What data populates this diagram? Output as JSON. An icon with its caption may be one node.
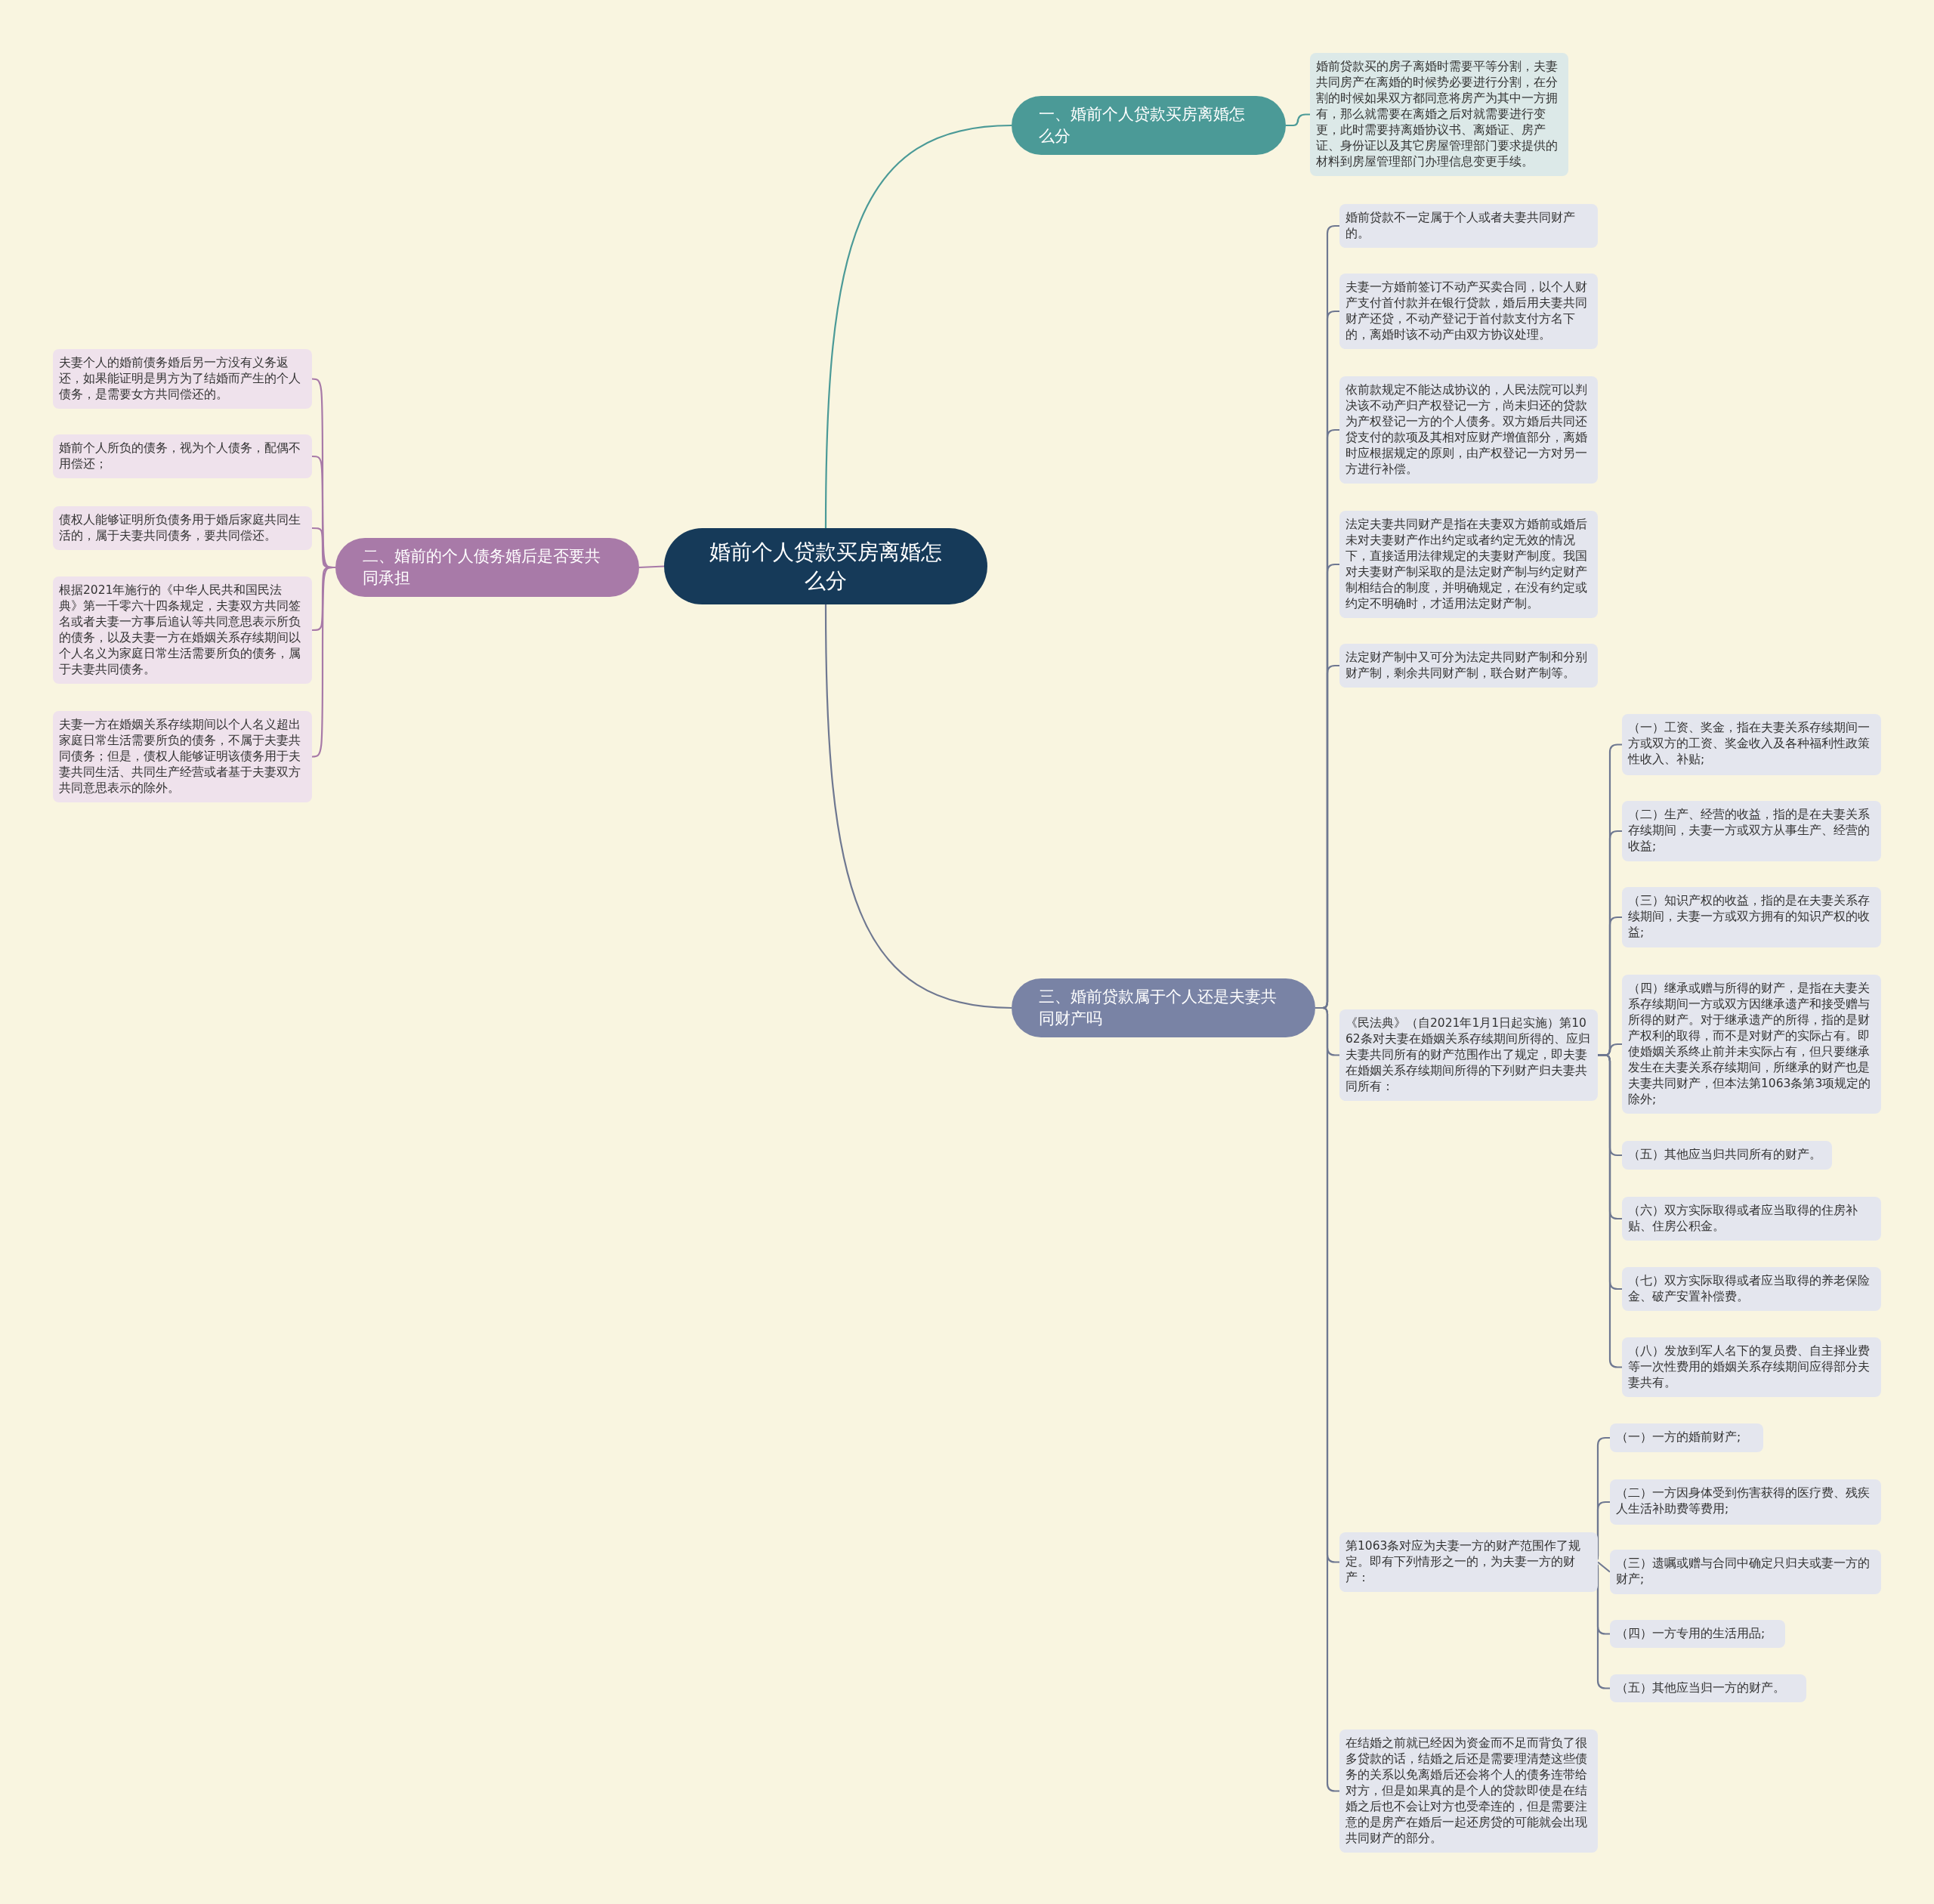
{
  "diagram": {
    "nodes": [
      {
        "text": [
          "婚前个人贷款买房离婚怎么分"
        ]
      },
      {
        "text": [
          "一、婚前个人贷款买房离婚怎么分"
        ]
      },
      {
        "text": [
          "婚前贷款买的房子离婚时需要平等分割，夫妻共同房产在离婚的时候势必要进行分割，在分割的时候如果双方都同意将房产为其中一方拥有，那么就需要在离婚之后对就需要进行变更，此时需要持离婚协议书、离婚证、房产证、身份证以及其它房屋管理部门要求提供的材料到房屋管理部门办理信息变更手续。"
        ]
      },
      {
        "text": [
          "二、婚前的个人债务婚后是否要共同承担"
        ]
      },
      {
        "text": [
          "夫妻个人的婚前债务婚后另一方没有义务返还，如果能证明是男方为了结婚而产生的个人债务，是需要女方共同偿还的。"
        ]
      },
      {
        "text": [
          "婚前个人所负的债务，视为个人债务，配偶不用偿还；"
        ]
      },
      {
        "text": [
          "债权人能够证明所负债务用于婚后家庭共同生活的，属于夫妻共同债务，要共同偿还。"
        ]
      },
      {
        "text": [
          "根据2021年施行的《中华人民共和国民法典》第一千零六十四条规定，夫妻双方共同签名或者夫妻一方事后追认等共同意思表示所负的债务，以及夫妻一方在婚姻关系存续期间以个人名义为家庭日常生活需要所负的债务，属于夫妻共同债务。"
        ]
      },
      {
        "text": [
          "夫妻一方在婚姻关系存续期间以个人名义超出家庭日常生活需要所负的债务，不属于夫妻共同债务；但是，债权人能够证明该债务用于夫妻共同生活、共同生产经营或者基于夫妻双方共同意思表示的除外。"
        ]
      },
      {
        "text": [
          "三、婚前贷款属于个人还是夫妻共同财产吗"
        ]
      },
      {
        "text": [
          "婚前贷款不一定属于个人或者夫妻共同财产的。"
        ]
      },
      {
        "text": [
          "夫妻一方婚前签订不动产买卖合同，以个人财产支付首付款并在银行贷款，婚后用夫妻共同财产还贷，不动产登记于首付款支付方名下的，离婚时该不动产由双方协议处理。"
        ]
      },
      {
        "text": [
          "依前款规定不能达成协议的，人民法院可以判决该不动产归产权登记一方，尚未归还的贷款为产权登记一方的个人债务。双方婚后共同还贷支付的款项及其相对应财产增值部分，离婚时应根据规定的原则，由产权登记一方对另一方进行补偿。"
        ]
      },
      {
        "text": [
          "法定夫妻共同财产是指在夫妻双方婚前或婚后未对夫妻财产作出约定或者约定无效的情况下，直接适用法律规定的夫妻财产制度。我国对夫妻财产制采取的是法定财产制与约定财产制相结合的制度，并明确规定，在没有约定或约定不明确时，才适用法定财产制。"
        ]
      },
      {
        "text": [
          "法定财产制中又可分为法定共同财产制和分别财产制，剩余共同财产制，联合财产制等。"
        ]
      },
      {
        "text": [
          "《民法典》（自2021年1月1日起实施）第1062条对夫妻在婚姻关系存续期间所得的、应归夫妻共同所有的财产范围作出了规定，即夫妻在婚姻关系存续期间所得的下列财产归夫妻共同所有："
        ]
      },
      {
        "text": [
          "（一）工资、奖金，指在夫妻关系存续期间一方或双方的工资、奖金收入及各种福利性政策性收入、补贴;"
        ]
      },
      {
        "text": [
          "（二）生产、经营的收益，指的是在夫妻关系存续期间，夫妻一方或双方从事生产、经营的收益;"
        ]
      },
      {
        "text": [
          "（三）知识产权的收益，指的是在夫妻关系存续期间，夫妻一方或双方拥有的知识产权的收益;"
        ]
      },
      {
        "text": [
          "（四）继承或赠与所得的财产，是指在夫妻关系存续期间一方或双方因继承遗产和接受赠与所得的财产。对于继承遗产的所得，指的是财产权利的取得，而不是对财产的实际占有。即使婚姻关系终止前并未实际占有，但只要继承发生在夫妻关系存续期间，所继承的财产也是夫妻共同财产，但本法第1063条第3项规定的除外;"
        ]
      },
      {
        "text": [
          "（五）其他应当归共同所有的财产。"
        ]
      },
      {
        "text": [
          "（六）双方实际取得或者应当取得的住房补贴、住房公积金。"
        ]
      },
      {
        "text": [
          "（七）双方实际取得或者应当取得的养老保险金、破产安置补偿费。"
        ]
      },
      {
        "text": [
          "（八）发放到军人名下的复员费、自主择业费等一次性费用的婚姻关系存续期间应得部分夫妻共有。"
        ]
      },
      {
        "text": [
          "第1063条对应为夫妻一方的财产范围作了规定。即有下列情形之一的，为夫妻一方的财产："
        ]
      },
      {
        "text": [
          "（一）一方的婚前财产;"
        ]
      },
      {
        "text": [
          "（二）一方因身体受到伤害获得的医疗费、残疾人生活补助费等费用;"
        ]
      },
      {
        "text": [
          "（三）遗嘱或赠与合同中确定只归夫或妻一方的财产;"
        ]
      },
      {
        "text": [
          "（四）一方专用的生活用品;"
        ]
      },
      {
        "text": [
          "（五）其他应当归一方的财产。"
        ]
      },
      {
        "text": [
          "在结婚之前就已经因为资金而不足而背负了很多贷款的话，结婚之后还是需要理清楚这些债务的关系以免离婚后还会将个人的债务连带给对方，但是如果真的是个人的贷款即使是在结婚之后也不会让对方也受牵连的，但是需要注意的是房产在婚后一起还房贷的可能就会出现共同财产的部分。"
        ]
      }
    ],
    "edges": [
      {
        "from": 0,
        "to": 1,
        "arrow": "none"
      },
      {
        "from": 1,
        "to": 2,
        "arrow": "none"
      },
      {
        "from": 0,
        "to": 3,
        "arrow": "none"
      },
      {
        "from": 3,
        "to": 4,
        "arrow": "none"
      },
      {
        "from": 3,
        "to": 5,
        "arrow": "none"
      },
      {
        "from": 3,
        "to": 6,
        "arrow": "none"
      },
      {
        "from": 3,
        "to": 7,
        "arrow": "none"
      },
      {
        "from": 3,
        "to": 8,
        "arrow": "none"
      },
      {
        "from": 0,
        "to": 9,
        "arrow": "none"
      },
      {
        "from": 9,
        "to": 10,
        "arrow": "none"
      },
      {
        "from": 9,
        "to": 11,
        "arrow": "none"
      },
      {
        "from": 9,
        "to": 12,
        "arrow": "none"
      },
      {
        "from": 9,
        "to": 13,
        "arrow": "none"
      },
      {
        "from": 9,
        "to": 14,
        "arrow": "none"
      },
      {
        "from": 9,
        "to": 15,
        "arrow": "none"
      },
      {
        "from": 15,
        "to": 16,
        "arrow": "none"
      },
      {
        "from": 15,
        "to": 17,
        "arrow": "none"
      },
      {
        "from": 15,
        "to": 18,
        "arrow": "none"
      },
      {
        "from": 15,
        "to": 19,
        "arrow": "none"
      },
      {
        "from": 15,
        "to": 20,
        "arrow": "none"
      },
      {
        "from": 15,
        "to": 21,
        "arrow": "none"
      },
      {
        "from": 15,
        "to": 22,
        "arrow": "none"
      },
      {
        "from": 15,
        "to": 23,
        "arrow": "none"
      },
      {
        "from": 9,
        "to": 24,
        "arrow": "none"
      },
      {
        "from": 24,
        "to": 25,
        "arrow": "none"
      },
      {
        "from": 24,
        "to": 26,
        "arrow": "none"
      },
      {
        "from": 24,
        "to": 27,
        "arrow": "none"
      },
      {
        "from": 24,
        "to": 28,
        "arrow": "none"
      },
      {
        "from": 24,
        "to": 29,
        "arrow": "none"
      },
      {
        "from": 9,
        "to": 30,
        "arrow": "none"
      }
    ]
  }
}
